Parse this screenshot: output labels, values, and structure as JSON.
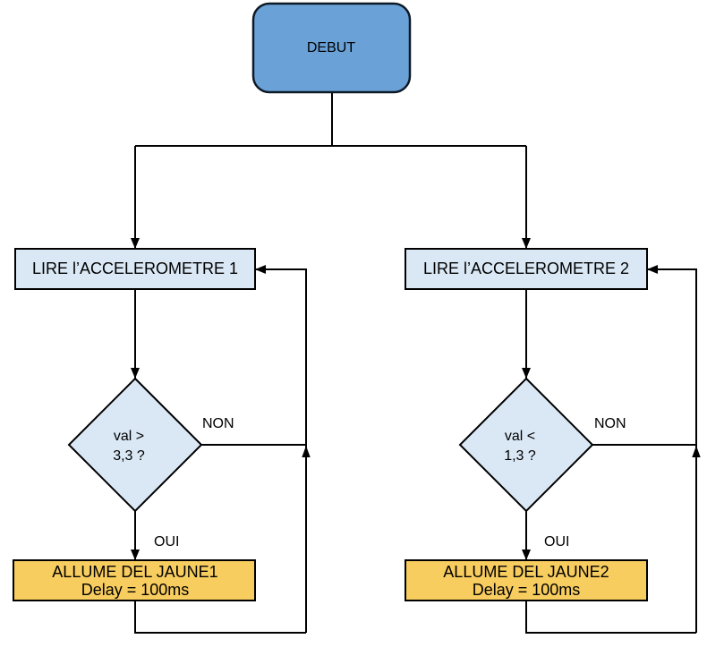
{
  "diagram": {
    "type": "flowchart",
    "colors": {
      "background": "#ffffff",
      "stroke": "#000000",
      "start_fill": "#6AA2D8",
      "process_fill": "#DAE8F5",
      "decision_fill": "#DAE8F5",
      "action_fill": "#F8CD60"
    },
    "nodes": {
      "start": {
        "label": "DEBUT"
      },
      "read1": {
        "label": "LIRE l’ACCELEROMETRE 1"
      },
      "read2": {
        "label": "LIRE l’ACCELEROMETRE 2"
      },
      "decision1": {
        "line1": "val >",
        "line2": "3,3 ?"
      },
      "decision2": {
        "line1": "val <",
        "line2": "1,3 ?"
      },
      "action1": {
        "line1": "ALLUME DEL JAUNE1",
        "line2": "Delay = 100ms"
      },
      "action2": {
        "line1": "ALLUME DEL JAUNE2",
        "line2": "Delay = 100ms"
      }
    },
    "edge_labels": {
      "non1": "NON",
      "oui1": "OUI",
      "non2": "NON",
      "oui2": "OUI"
    }
  }
}
